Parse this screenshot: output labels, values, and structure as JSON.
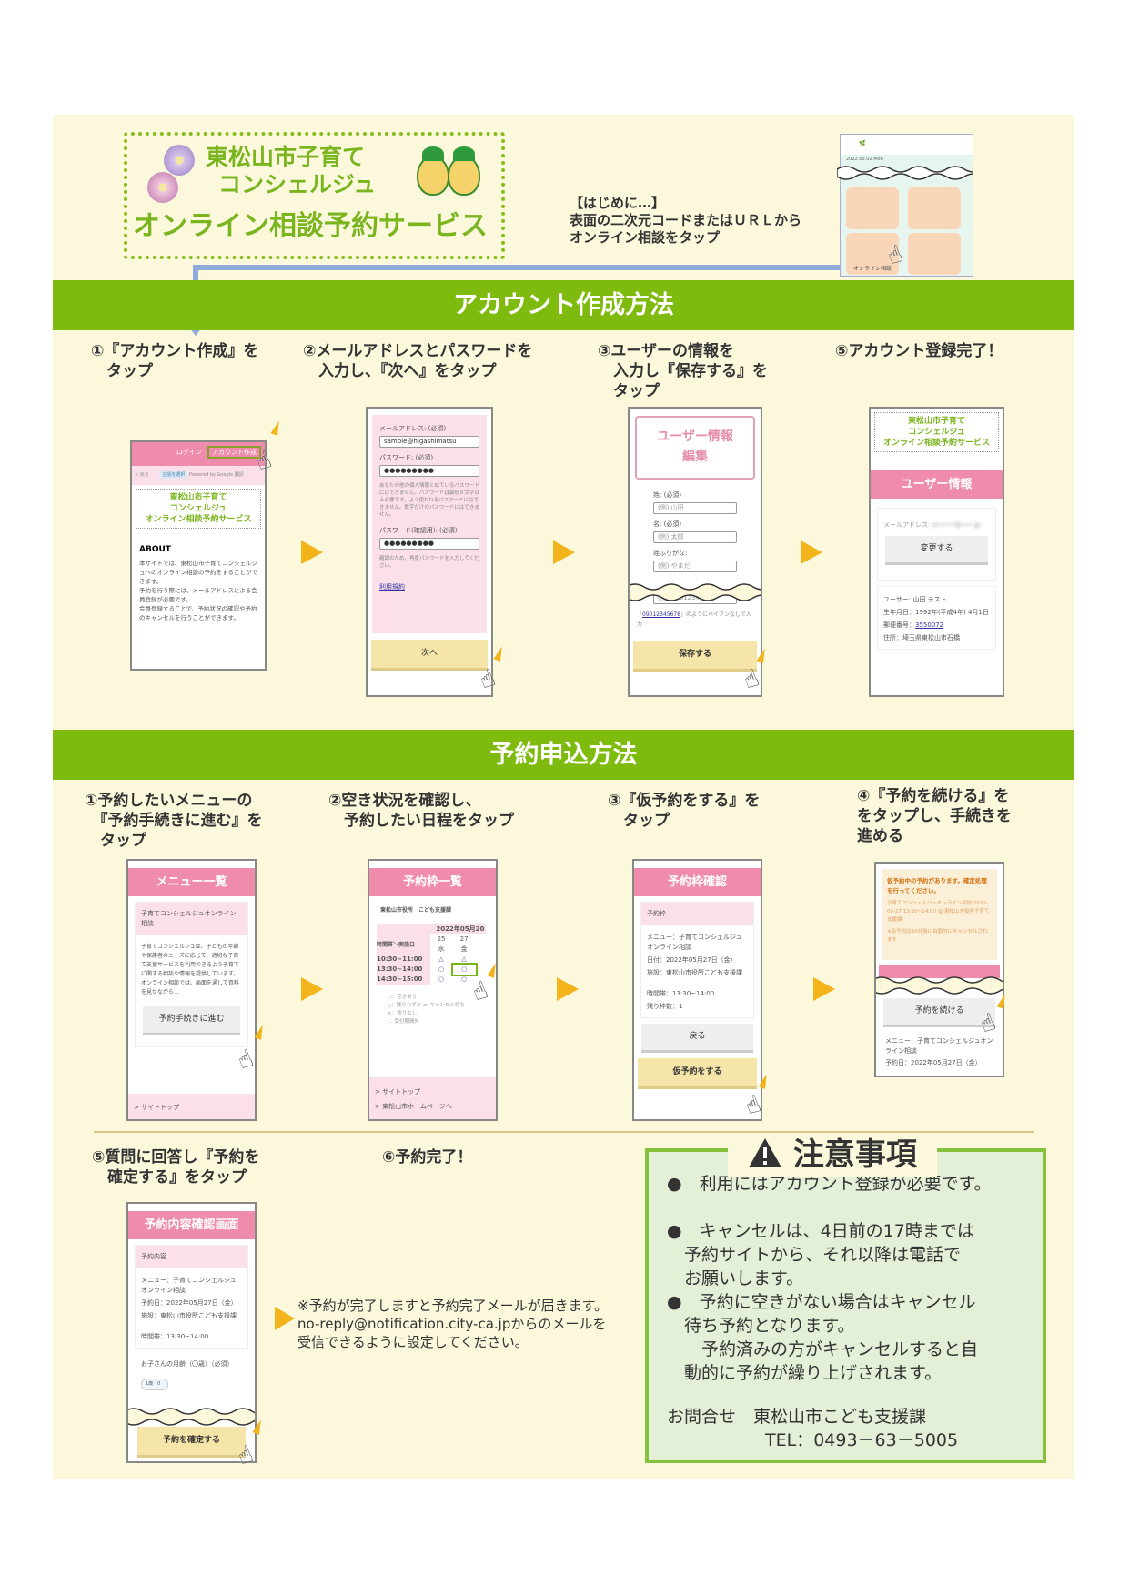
{
  "header": {
    "title_line1": "東松山市子育て",
    "title_line2": "コンシェルジュ",
    "title_line3": "オンライン相談予約サービス",
    "intro_heading": "【はじめに…】",
    "intro_text": "表面の二次元コードまたはＵＲＬから\nオンライン相談をタップ",
    "thumb_date": "2022.05.02 Mon",
    "thumb_tile_label": "オンライン相談"
  },
  "account": {
    "title": "アカウント作成方法",
    "steps": [
      "①『アカウント作成』を\n　タップ",
      "②メールアドレスとパスワードを\n　入力し、『次へ』をタップ",
      "③ユーザーの情報を\n　入力し『保存する』を\n　タップ",
      "⑤アカウント登録完了！"
    ],
    "p1": {
      "login": "ログイン",
      "create": "アカウント作成",
      "back": "< 戻る",
      "lang": "言語を選択",
      "powered": "Powered by Google 翻訳",
      "about": "ABOUT",
      "about_text": "本サイトでは、東松山市子育てコンシェルジュへのオンライン相談の予約をすることができます。\n予約を行う際には、メールアドレスによる会員登録が必要です。\n会員登録することで、予約状況の確認や予約のキャンセルを行うことができます。"
    },
    "p2": {
      "email_label": "メールアドレス: (必須)",
      "email_value": "sample@higashimatsu",
      "pw_label": "パスワード: (必須)",
      "pw_value": "●●●●●●●●●",
      "pw_help": "あなたの他の個人情報と似ているパスワードにはできません。パスワードは最低８文字以上必要です。よく使われるパスワードにはできません。数字だけのパスワードにはできません。",
      "pw2_label": "パスワード(確認用): (必須)",
      "pw2_value": "●●●●●●●●●",
      "pw2_help": "確認のため、再度パスワードを入力してください。",
      "terms": "利用規約",
      "next": "次へ"
    },
    "p3": {
      "title": "ユーザー情報\n編集",
      "last_label": "姓: (必須)",
      "last_ph": "(例) 山田",
      "first_label": "名: (必須)",
      "first_ph": "(例) 太郎",
      "kana_label": "姓ふりがな:",
      "kana_ph": "(例) やまだ",
      "tel_ph": "(例) 09012345678",
      "tel_link": "09012345678",
      "tel_note": "」のようにハイフンなしで入力",
      "save": "保存する"
    },
    "p4": {
      "header": "ユーザー情報",
      "email_label": "メールアドレス:",
      "change": "変更する",
      "user": "ユーザー: 山田 テスト",
      "birth": "生年月日：1992年(平成4年) 4月1日",
      "zip_label": "郵便番号：",
      "zip": "3550072",
      "addr": "住所：埼玉県東松山市石橋"
    }
  },
  "reserve": {
    "title": "予約申込方法",
    "steps": [
      "①予約したいメニューの\n　『予約手続きに進む』を\n　タップ",
      "②空き状況を確認し、\n　予約したい日程をタップ",
      "③『仮予約をする』を\n　タップ",
      "④『予約を続ける』を\nをタップし、手続きを\n進める",
      "⑤質問に回答し『予約を\n　確定する』をタップ",
      "⑥予約完了！"
    ],
    "r1": {
      "header": "メニュー一覧",
      "card": "子育てコンシェルジュオンライン相談",
      "text": "子育てコンシェルジュは、子どもの年齢や保護者のニーズに応じて、適切な子育て支援サービスを利用できるよう子育てに関する相談や情報を提供しています。オンライン相談では、画面を通して資料を見せながら…",
      "button": "予約手続きに進む",
      "footer": "> サイトトップ"
    },
    "r2": {
      "header": "予約枠一覧",
      "facility": "東松山市役所　こども支援課",
      "month": "2022年05月",
      "month2": "20",
      "corner": "時間帯＼実施日",
      "days": [
        {
          "d": "25",
          "w": "水"
        },
        {
          "d": "27",
          "w": "金"
        }
      ],
      "rows": [
        {
          "t": "10:30~11:00",
          "a": "△",
          "b": "△"
        },
        {
          "t": "13:30~14:00",
          "a": "○",
          "b": "○"
        },
        {
          "t": "14:30~15:00",
          "a": "○",
          "b": "○"
        }
      ],
      "legend": [
        "○：空きあり",
        "△：残りわずか or キャンセル待ち",
        "×：残りなし",
        "-：受付期間外"
      ],
      "footer1": "> サイトトップ",
      "footer2": "> 東松山市ホームページへ"
    },
    "r3": {
      "header": "予約枠確認",
      "card": "予約枠",
      "menu": "メニュー：子育てコンシェルジュオンライン相談",
      "date": "日付：2022年05月27日（金）",
      "facility": "施設：東松山市役所こども支援課",
      "time": "時間帯：13:30~14:00",
      "remain": "残り枠数：1",
      "back": "戻る",
      "reserve": "仮予約をする"
    },
    "r4": {
      "alert": "仮予約中の予約があります。確定処理を行ってください。",
      "alert_detail": "子育てコンシェルジュオンライン相談 2022-05-27 13:30~14:00 @ 東松山市役所子育て支援課",
      "alert_note": "※仮予約は10分後に自動的にキャンセルされます",
      "continue": "予約を続ける",
      "menu": "メニュー：子育てコンシェルジュオンライン相談",
      "date": "予約日：2022年05月27日（金）"
    },
    "r5": {
      "header": "予約内容確認画面",
      "card": "予約内容",
      "menu": "メニュー：子育てコンシェルジュオンライン相談",
      "date": "予約日：2022年05月27日（金）",
      "facility": "施設：東松山市役所こども支援課",
      "time": "時間帯：13:30~14:00",
      "age_label": "お子さんの月齢（〇歳）（必須）",
      "age_value": "1歳　0",
      "confirm": "予約を確定する"
    },
    "mail_note": "※予約が完了しますと予約完了メールが届きます。\nno-reply@notification.city-ca.jpからのメールを\n受信できるように設定してください。"
  },
  "notice": {
    "title": "注意事項",
    "items": [
      "●　利用にはアカウント登録が必要です。",
      "●　キャンセルは、4日前の17時までは\n　予約サイトから、それ以降は電話で\n　お願いします。",
      "●　予約に空きがない場合はキャンセル\n　待ち予約となります。\n　　予約済みの方がキャンセルすると自\n　動的に予約が繰り上げされます。"
    ],
    "contact": "お問合せ　東松山市こども支援課",
    "tel": "TEL：0493－63－5005"
  },
  "colors": {
    "green": "#7fbb0e",
    "pink": "#f08cab",
    "arrow": "#f3b31b",
    "cream": "#fcf8dc"
  }
}
